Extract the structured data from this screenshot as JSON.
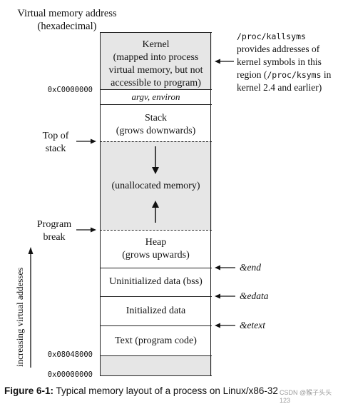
{
  "header": {
    "line1": "Virtual memory address",
    "line2": "(hexadecimal)"
  },
  "regions": {
    "kernel_l1": "Kernel",
    "kernel_l2": "(mapped into process",
    "kernel_l3": "virtual memory, but not",
    "kernel_l4": "accessible to program)",
    "argv": "argv, environ",
    "stack_l1": "Stack",
    "stack_l2": "(grows downwards)",
    "unalloc": "(unallocated memory)",
    "heap_l1": "Heap",
    "heap_l2": "(grows upwards)",
    "bss": "Uninitialized data (bss)",
    "init": "Initialized data",
    "text": "Text (program code)"
  },
  "addresses": {
    "kernel_start": "0xC0000000",
    "text_start": "0x08048000",
    "zero": "0x00000000"
  },
  "labels": {
    "top_of_stack_l1": "Top of",
    "top_of_stack_l2": "stack",
    "program_break_l1": "Program",
    "program_break_l2": "break",
    "increasing": "increasing virtual addesses",
    "end": "&end",
    "edata": "&edata",
    "etext": "&etext"
  },
  "note": {
    "l1": "/proc/kallsyms",
    "l2": "provides addresses of",
    "l3": "kernel symbols in this",
    "l4a": "region (",
    "l4b": "/proc/ksyms",
    "l4c": " in",
    "l5": "kernel 2.4 and earlier)"
  },
  "caption": {
    "label": "Figure 6-1:",
    "text": " Typical memory layout of a process on Linux/x86-32"
  },
  "watermark": "CSDN @猴子头头123",
  "colors": {
    "shaded": "#e6e6e6",
    "line": "#222222",
    "text": "#111111"
  }
}
